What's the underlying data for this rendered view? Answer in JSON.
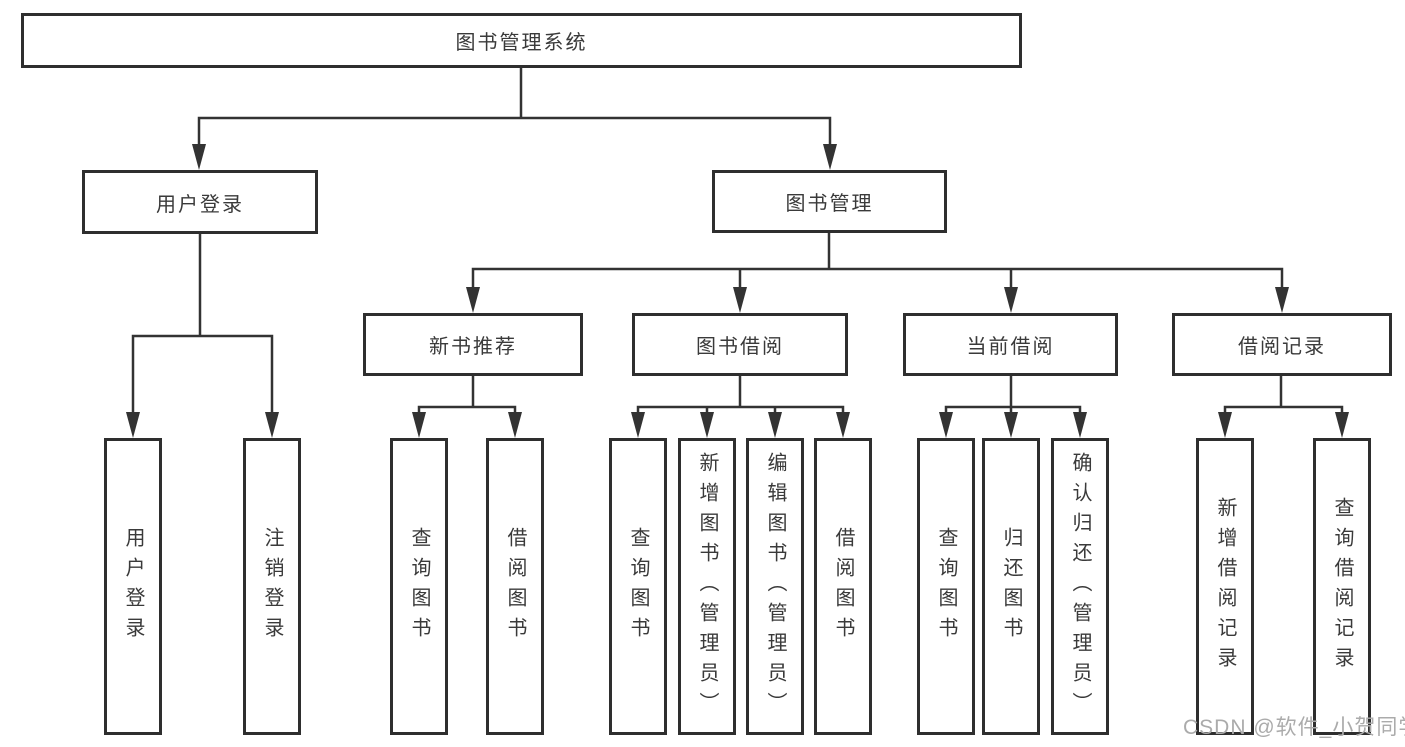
{
  "diagram": {
    "root": "图书管理系统",
    "branches": [
      {
        "label": "用户登录",
        "children": [
          {
            "label": "用户登录"
          },
          {
            "label": "注销登录"
          }
        ]
      },
      {
        "label": "图书管理",
        "children": [
          {
            "label": "新书推荐",
            "children": [
              {
                "label": "查询图书"
              },
              {
                "label": "借阅图书"
              }
            ]
          },
          {
            "label": "图书借阅",
            "children": [
              {
                "label": "查询图书"
              },
              {
                "label": "新增图书（管理员）"
              },
              {
                "label": "编辑图书（管理员）"
              },
              {
                "label": "借阅图书"
              }
            ]
          },
          {
            "label": "当前借阅",
            "children": [
              {
                "label": "查询图书"
              },
              {
                "label": "归还图书"
              },
              {
                "label": "确认归还（管理员）"
              }
            ]
          },
          {
            "label": "借阅记录",
            "children": [
              {
                "label": "新增借阅记录"
              },
              {
                "label": "查询借阅记录"
              }
            ]
          }
        ]
      }
    ]
  },
  "watermark": {
    "text": "CSDN @软件_小贺同学"
  },
  "colors": {
    "line": "#333333",
    "box_border": "#2e2e2e",
    "text": "#3a3a3a",
    "watermark": "#ababab",
    "background": "#ffffff"
  }
}
